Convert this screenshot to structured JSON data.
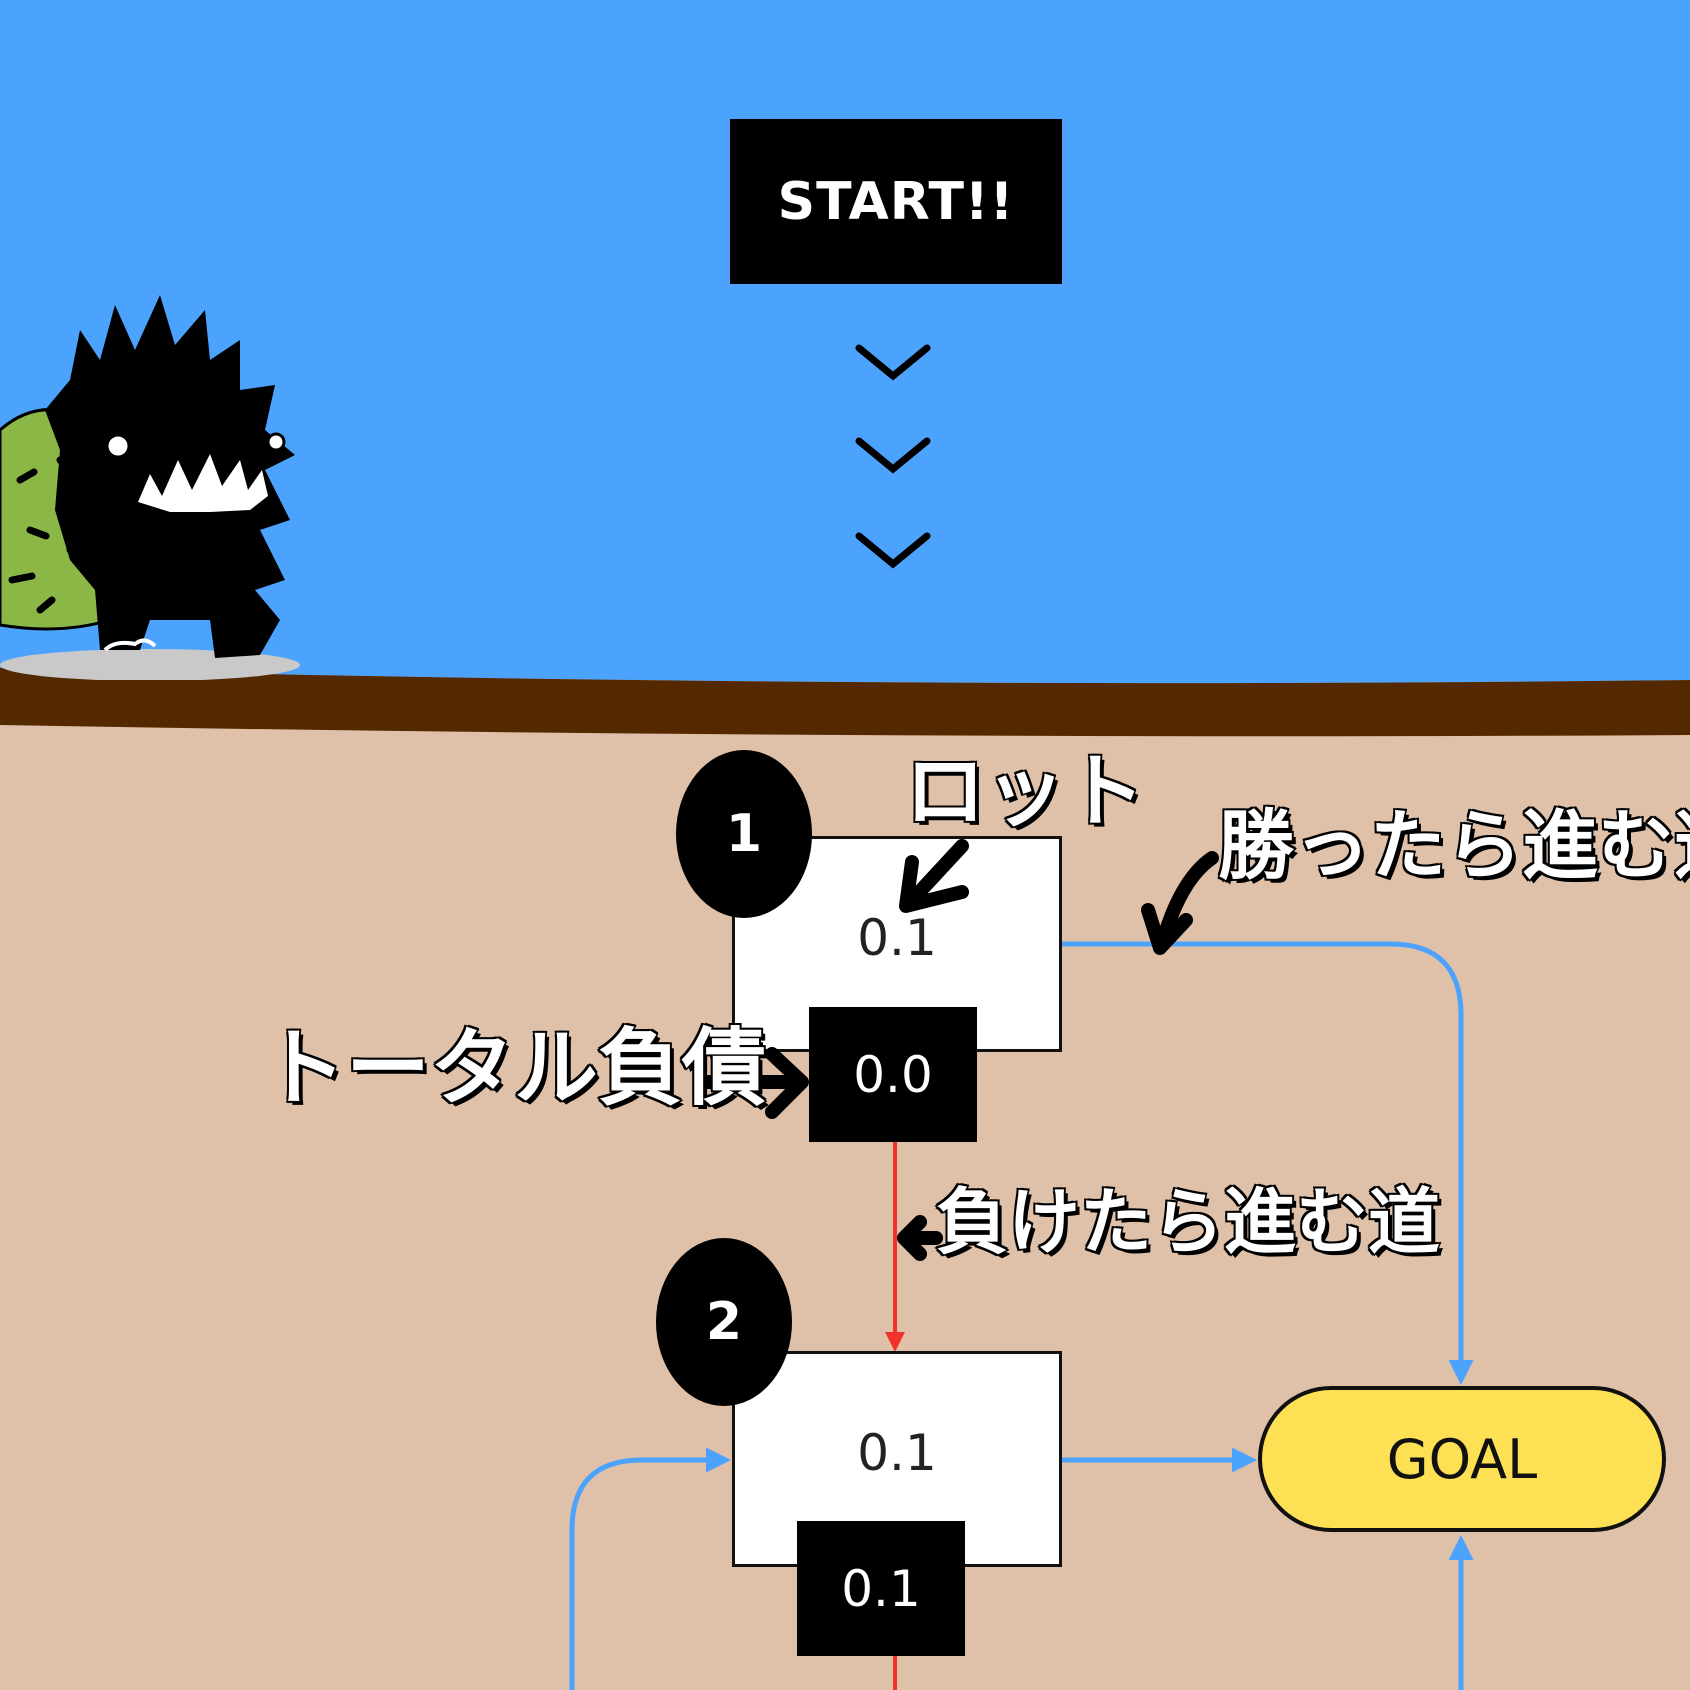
{
  "start_label": "START!!",
  "annotations": {
    "lot": "ロット",
    "win_path": "勝ったら進む道",
    "total_debt": "トータル負債",
    "lose_path": "負けたら進む道"
  },
  "steps": [
    {
      "number": "1",
      "lot": "0.1",
      "total_debt": "0.0"
    },
    {
      "number": "2",
      "lot": "0.1",
      "total_debt": "0.1"
    }
  ],
  "goal_label": "GOAL",
  "colors": {
    "sky": "#4ba3fd",
    "ground": "#dfc0a8",
    "soil": "#552900",
    "win_line": "#4ba3fd",
    "lose_line": "#f2332b",
    "goal": "#fde053"
  },
  "icons": {
    "monster": "monster-illustration",
    "chevron": "chevron-down-icon",
    "pointer": "hand-drawn-arrow-icon"
  }
}
